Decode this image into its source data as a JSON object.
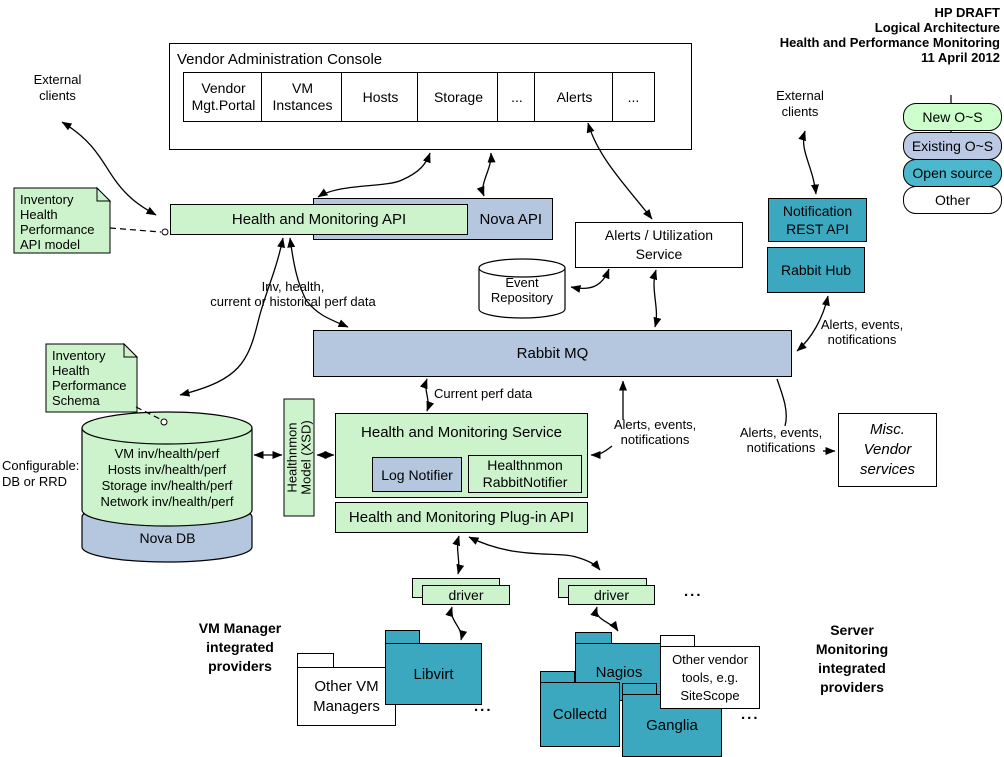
{
  "header": {
    "text": "HP DRAFT\nLogical Architecture\nHealth and Performance Monitoring\n11 April 2012"
  },
  "legend": {
    "items": [
      {
        "label": "New O~S",
        "color": "#ccffcc"
      },
      {
        "label": "Existing O~S",
        "color": "#bcc9e5"
      },
      {
        "label": "Open source",
        "color": "#4cb7cd"
      },
      {
        "label": "Other",
        "color": "#ffffff"
      }
    ]
  },
  "console": {
    "title": "Vendor Administration Console",
    "cells": [
      "Vendor Mgt.Portal",
      "VM Instances",
      "Hosts",
      "Storage",
      "...",
      "Alerts",
      "..."
    ]
  },
  "boxes": {
    "hm_api": "Health and Monitoring API",
    "nova_api": "Nova API",
    "alerts_service": "Alerts / Utilization\nService",
    "event_repo": "Event\nRepository",
    "notification_rest": "Notification\nREST API",
    "rabbit_hub": "Rabbit Hub",
    "rabbit_mq": "Rabbit MQ",
    "hm_service": "Health and Monitoring Service",
    "log_notifier": "Log Notifier",
    "rabbit_notifier": "Healthnmon\nRabbitNotifier",
    "plugin_api": "Health and Monitoring Plug-in API",
    "healthnmon_model": "Healthnmon\nModel (XSD)",
    "misc_vendor": "Misc.\nVendor\nservices",
    "driver": "driver"
  },
  "notes": {
    "api_model": "Inventory\nHealth\nPerformance\nAPI model",
    "schema": "Inventory\nHealth\nPerformance\nSchema"
  },
  "database": {
    "green_lines": [
      "VM inv/health/perf",
      "Hosts inv/health/perf",
      "Storage inv/health/perf",
      "Network inv/health/perf"
    ],
    "nova_db": "Nova DB",
    "configurable": "Configurable:\nDB or RRD"
  },
  "folders": {
    "other_vm": "Other VM\nManagers",
    "libvirt": "Libvirt",
    "nagios": "Nagios",
    "collectd": "Collectd",
    "ganglia": "Ganglia",
    "other_vendor": "Other vendor\ntools, e.g.\nSiteScope"
  },
  "labels": {
    "external_clients": "External\nclients",
    "inv_health": "Inv, health,\ncurrent or historical perf data",
    "current_perf": "Current perf data",
    "alerts_events": "Alerts, events,\nnotifications",
    "vm_manager": "VM Manager\nintegrated\nproviders",
    "server_monitoring": "Server\nMonitoring\nintegrated\nproviders",
    "ellipsis": "..."
  },
  "colors": {
    "box_green": "#ccf3cc",
    "box_blue": "#b4c7df",
    "box_teal": "#3ca8c0",
    "legend_new": "#ccffcc",
    "legend_existing": "#bcc9e5",
    "legend_open_source": "#4cb7cd",
    "legend_other": "#ffffff"
  }
}
